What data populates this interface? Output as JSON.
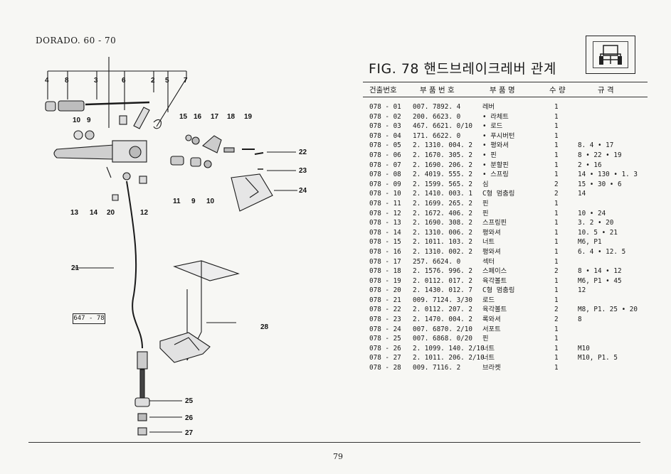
{
  "header": {
    "model": "DORADO. 60 - 70"
  },
  "figure": {
    "title": "FIG. 78 핸드브레이크레버 관계",
    "ref_box": "647 - 78",
    "page_number": "79"
  },
  "table": {
    "columns": [
      "건출번호",
      "부 품 번 호",
      "부 품 명",
      "수 량",
      "규 격"
    ],
    "rows": [
      [
        "078 - 01",
        "007. 7892. 4",
        "레버",
        "1",
        ""
      ],
      [
        "078 - 02",
        "200. 6623. 0",
        "• 라체트",
        "1",
        ""
      ],
      [
        "078 - 03",
        "467. 6621. 0/10",
        "• 로드",
        "1",
        ""
      ],
      [
        "078 - 04",
        "171. 6622. 0",
        "• 푸시버턴",
        "1",
        ""
      ],
      [
        "078 - 05",
        "2. 1310. 004. 2",
        "• 평와셔",
        "1",
        "8. 4 • 17"
      ],
      [
        "078 - 06",
        "2. 1670. 305. 2",
        "• 핀",
        "1",
        "8 • 22 • 19"
      ],
      [
        "078 - 07",
        "2. 1690. 206. 2",
        "• 분할핀",
        "1",
        "2 • 16"
      ],
      [
        "078 - 08",
        "2. 4019. 555. 2",
        "• 스프링",
        "1",
        "14 • 130 • 1. 3"
      ],
      [
        "078 - 09",
        "2. 1599. 565. 2",
        "심",
        "2",
        "15 • 30 • 6"
      ],
      [
        "078 - 10",
        "2. 1410. 003. 1",
        "C형 멈춤링",
        "2",
        "14"
      ],
      [
        "078 - 11",
        "2. 1699. 265. 2",
        "핀",
        "1",
        ""
      ],
      [
        "078 - 12",
        "2. 1672. 406. 2",
        "핀",
        "1",
        "10 • 24"
      ],
      [
        "078 - 13",
        "2. 1690. 308. 2",
        "스프링핀",
        "1",
        "3. 2 • 20"
      ],
      [
        "078 - 14",
        "2. 1310. 006. 2",
        "평와셔",
        "1",
        "10. 5 • 21"
      ],
      [
        "078 - 15",
        "2. 1011. 103. 2",
        "너트",
        "1",
        "M6,  P1"
      ],
      [
        "078 - 16",
        "2. 1310. 002. 2",
        "평와셔",
        "1",
        "6. 4 • 12. 5"
      ],
      [
        "078 - 17",
        "257. 6624. 0",
        "섹터",
        "1",
        ""
      ],
      [
        "078 - 18",
        "2. 1576. 996. 2",
        "스페이스",
        "2",
        "8 • 14 • 12"
      ],
      [
        "078 - 19",
        "2. 0112. 017. 2",
        "육각볼트",
        "1",
        "M6,  P1 • 45"
      ],
      [
        "078 - 20",
        "2. 1430. 012. 7",
        "C형 멈춤링",
        "1",
        "12"
      ],
      [
        "078 - 21",
        "009. 7124. 3/30",
        "로드",
        "1",
        ""
      ],
      [
        "078 - 22",
        "2. 0112. 207. 2",
        "육각볼트",
        "2",
        "M8,  P1. 25 • 20"
      ],
      [
        "078 - 23",
        "2. 1470. 004. 2",
        "록와셔",
        "2",
        "8"
      ],
      [
        "078 - 24",
        "007. 6870. 2/10",
        "서포트",
        "1",
        ""
      ],
      [
        "078 - 25",
        "007. 6868. 0/20",
        "핀",
        "1",
        ""
      ],
      [
        "078 - 26",
        "2. 1099. 140. 2/10",
        "너트",
        "1",
        "M10"
      ],
      [
        "078 - 27",
        "2. 1011. 206. 2/10",
        "너트",
        "1",
        "M10,  P1. 5"
      ],
      [
        "078 - 28",
        "009. 7116. 2",
        "브라켓",
        "1",
        ""
      ]
    ]
  },
  "callouts": {
    "n4": "4",
    "n8": "8",
    "n3": "3",
    "n6": "6",
    "n2": "2",
    "n5": "5",
    "n7": "7",
    "n10a": "10",
    "n9a": "9",
    "n15": "15",
    "n16": "16",
    "n17": "17",
    "n18": "18",
    "n19": "19",
    "n22": "22",
    "n23": "23",
    "n24": "24",
    "n11": "11",
    "n9b": "9",
    "n10b": "10",
    "n13": "13",
    "n14": "14",
    "n20": "20",
    "n12": "12",
    "n21": "21",
    "n28": "28",
    "n25": "25",
    "n26": "26",
    "n27": "27"
  }
}
